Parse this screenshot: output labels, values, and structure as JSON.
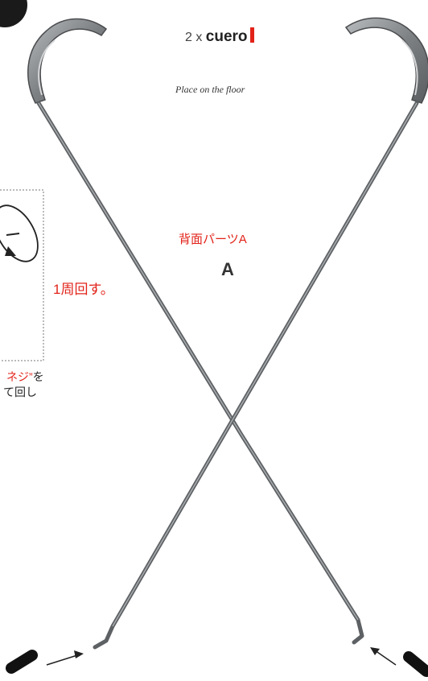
{
  "header": {
    "quantity_prefix": "2 x",
    "brand": "cuero",
    "brand_accent_color": "#e2231a"
  },
  "note": {
    "placement": "Place on the floor"
  },
  "part": {
    "japanese_label": "背面パーツA",
    "letter": "A"
  },
  "callout": {
    "rotation_text": "1周回す。",
    "instruction_line1_red": "ネジ”",
    "instruction_line1_black": "を",
    "instruction_line2": "て回し"
  },
  "icons": {
    "step": "step-number-badge-icon",
    "rotation": "rotation-arrow-icon",
    "insert_arrow": "insert-arrow-icon",
    "foot_cap": "rubber-foot-cap-icon"
  },
  "colors": {
    "accent_red": "#e2231a",
    "metal": "#8a8d90",
    "metal_dark": "#55585b"
  }
}
